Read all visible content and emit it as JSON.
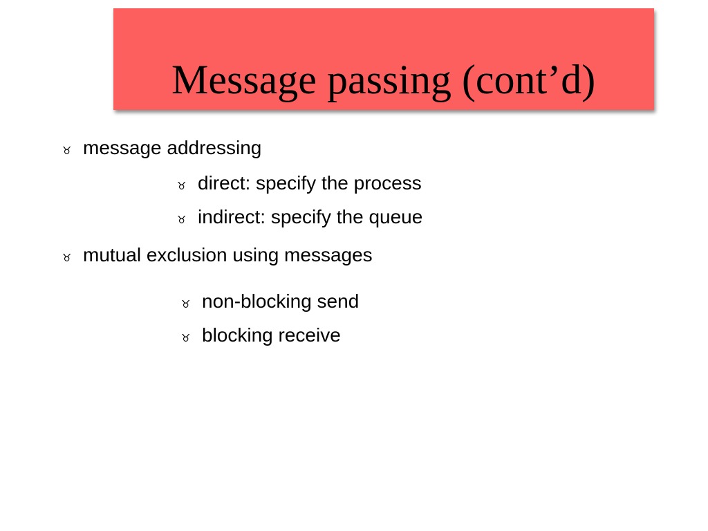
{
  "slide": {
    "title": "Message passing (cont’d)",
    "bullet_glyph": "♉",
    "accent_color": "#fd5f5f",
    "bullets": [
      {
        "text": "message addressing",
        "level": 1
      },
      {
        "text": "direct: specify the process",
        "level": 2
      },
      {
        "text": "indirect: specify the queue",
        "level": 2
      },
      {
        "text": "mutual exclusion using messages",
        "level": 1
      },
      {
        "text": "non-blocking send",
        "level": 2
      },
      {
        "text": "blocking receive",
        "level": 2
      }
    ]
  }
}
